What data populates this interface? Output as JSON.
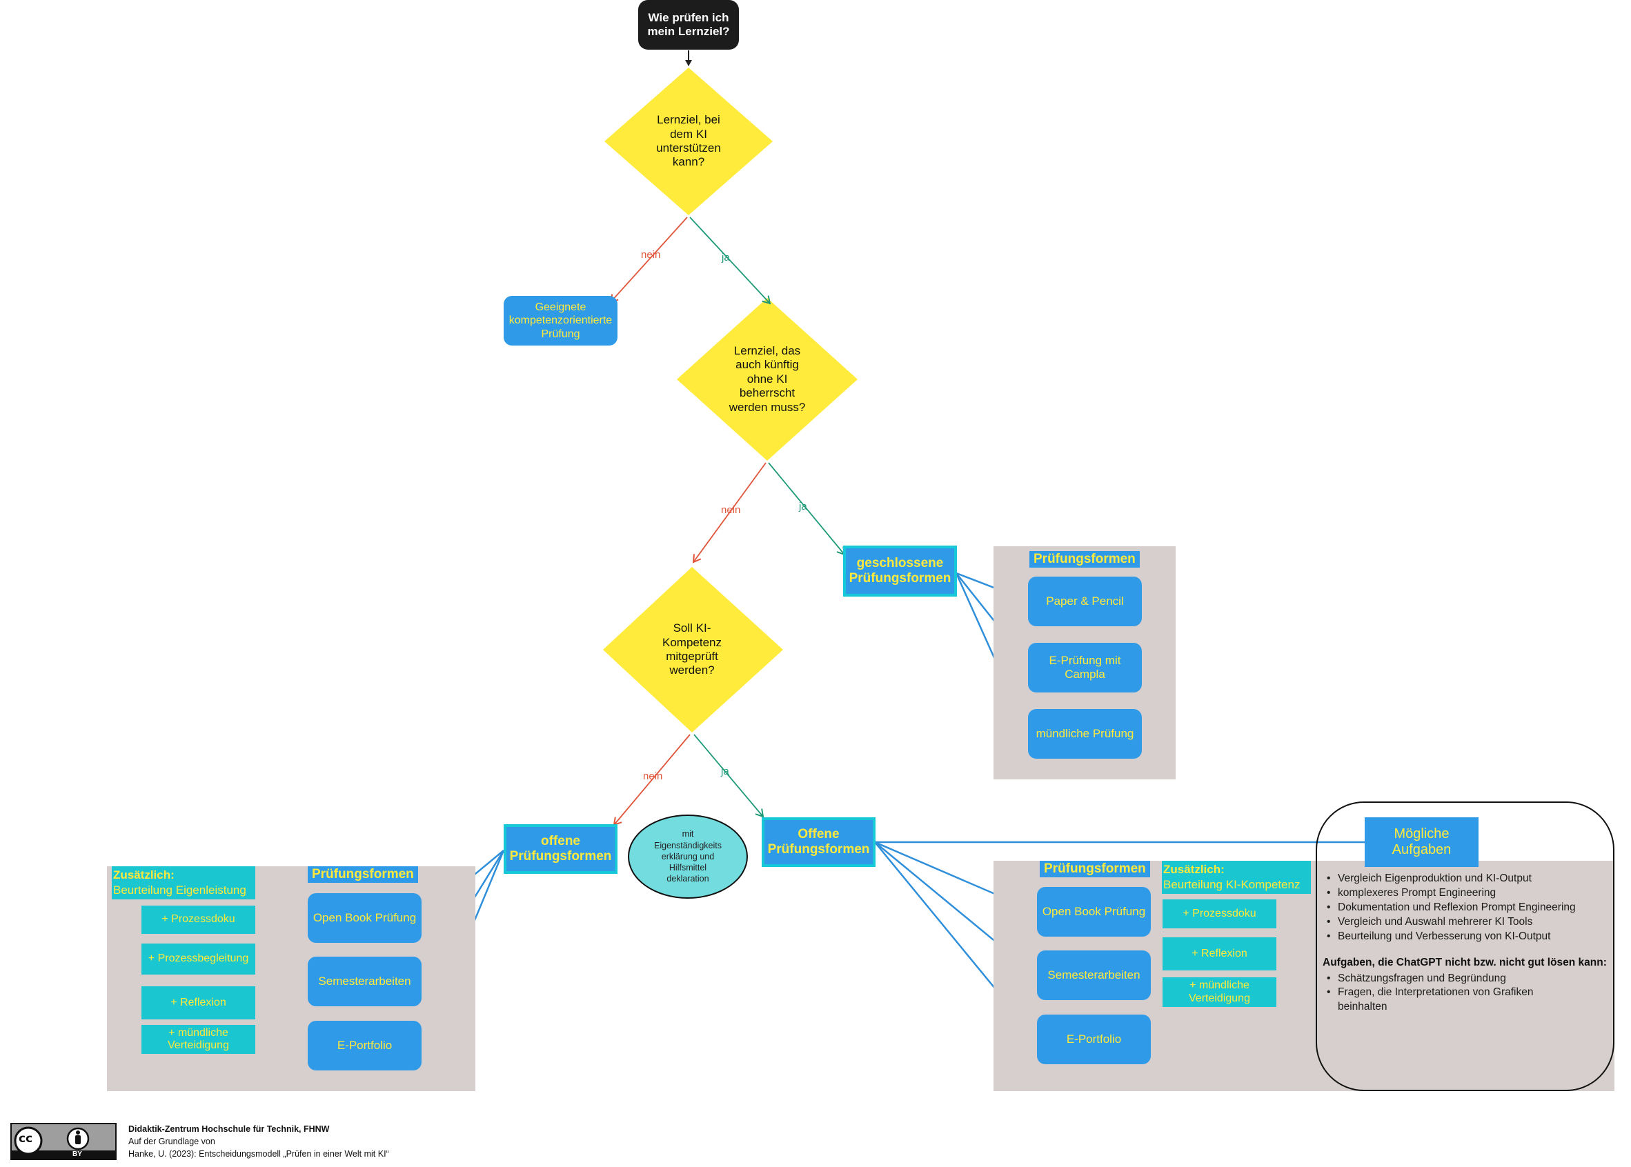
{
  "start": "Wie prüfen ich mein Lernziel?",
  "decisions": {
    "d1": "Lernziel, bei dem  KI unterstützen kann?",
    "d2": "Lernziel, das auch künftig ohne KI beherrscht werden muss?",
    "d3": "Soll KI-Kompetenz mitgeprüft werden?"
  },
  "edge_labels": {
    "no": "nein",
    "yes": "ja"
  },
  "outcomes": {
    "geeignete": "Geeignete kompetenzorientierte Prüfung",
    "geschlossene": "geschlossene Prüfungsformen",
    "offene": "offene Prüfungsformen",
    "offene_ki": "Offene Prüfungsformen"
  },
  "ellipse_note": "mit Eigenständigkeits erklärung und Hilfsmittel deklaration",
  "pruefungsformen_label": "Prüfungsformen",
  "closed_forms": [
    "Paper & Pencil",
    "E-Prüfung mit Campla",
    "mündliche Prüfung"
  ],
  "open_forms": [
    "Open Book Prüfung",
    "Semesterarbeiten",
    "E-Portfolio"
  ],
  "left_additional": {
    "title": "Zusätzlich:",
    "subtitle": "Beurteilung Eigenleistung",
    "items": [
      "+ Prozessdoku",
      "+ Prozessbegleitung",
      "+ Reflexion",
      "+ mündliche Verteidigung"
    ]
  },
  "right_additional": {
    "title": "Zusätzlich:",
    "subtitle": "Beurteilung KI-Kompetenz",
    "items": [
      "+ Prozessdoku",
      "+ Reflexion",
      "+ mündliche Verteidigung"
    ]
  },
  "tasks": {
    "title": "Mögliche Aufgaben",
    "items": [
      "Vergleich Eigenproduktion und KI-Output",
      "komplexeres Prompt Engineering",
      "Dokumentation und Reflexion Prompt Engineering",
      "Vergleich und Auswahl mehrerer KI Tools",
      "Beurteilung und Verbesserung von KI-Output"
    ],
    "heading2": "Aufgaben, die ChatGPT nicht bzw. nicht gut lösen kann:",
    "items2": [
      "Schätzungsfragen und Begründung",
      "Fragen, die Interpretationen von Grafiken beinhalten"
    ]
  },
  "license": {
    "cc": "cc",
    "by": "BY",
    "icon": "cc-by-license-icon"
  },
  "footer": {
    "org": "Didaktik-Zentrum Hochschule für Technik, FHNW",
    "line2": "Auf der Grundlage von",
    "line3": "Hanke, U. (2023): Entscheidungsmodell „Prüfen in einer Welt mit KI“"
  },
  "colors": {
    "diamond": "#ffeb3b",
    "blue": "#2f9be8",
    "cyan": "#1ac6cf",
    "yellow_text": "#ffe93d",
    "panel": "#d7cfcd",
    "no_edge": "#e0553a",
    "yes_edge": "#1f9a78"
  }
}
